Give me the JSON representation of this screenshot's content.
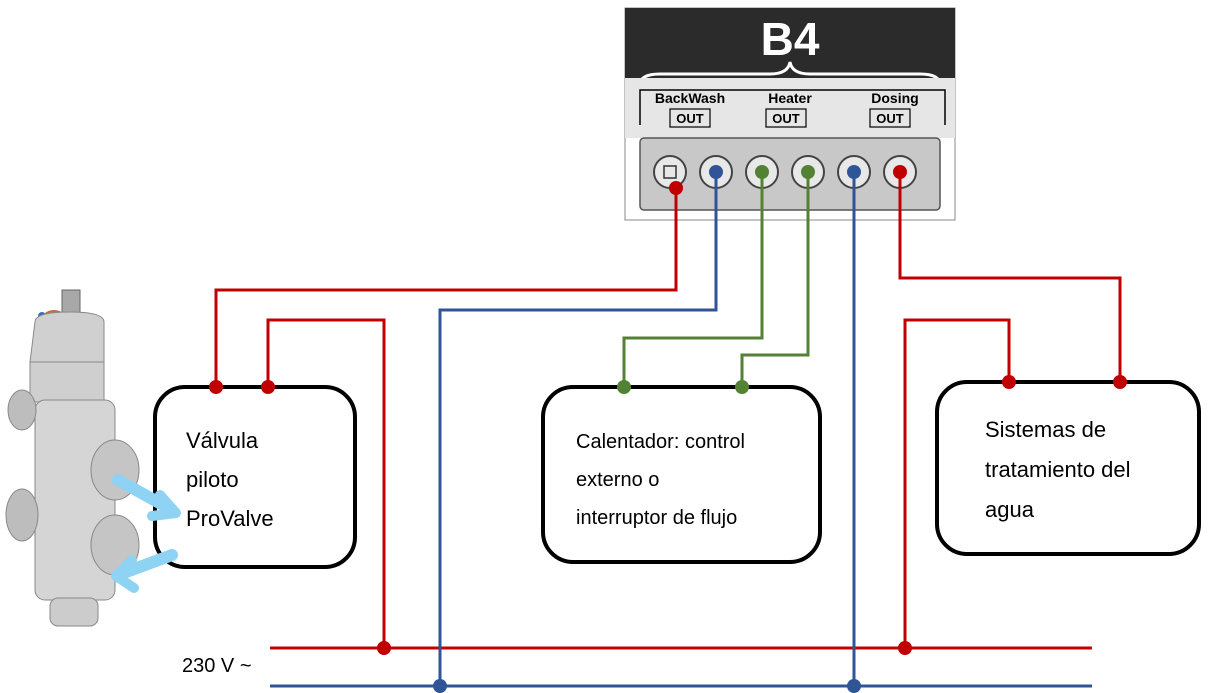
{
  "module": {
    "title": "B4",
    "outputs": [
      {
        "label": "BackWash",
        "tag": "OUT"
      },
      {
        "label": "Heater",
        "tag": "OUT"
      },
      {
        "label": "Dosing",
        "tag": "OUT"
      }
    ]
  },
  "devices": {
    "valve": {
      "lines": [
        "Válvula",
        "piloto",
        "ProValve"
      ]
    },
    "heater": {
      "lines": [
        "Calentador: control",
        "externo o",
        "interruptor de flujo"
      ]
    },
    "water": {
      "lines": [
        "Sistemas de",
        "tratamiento del",
        "agua"
      ]
    }
  },
  "supply": {
    "voltage_label": "230 V ~"
  },
  "colors": {
    "line_wire": "#c00000",
    "neutral_wire": "#2f5597",
    "heater_wire": "#548235",
    "panel_dark": "#2b2b2b",
    "terminal_block": "#c8c8c8"
  }
}
